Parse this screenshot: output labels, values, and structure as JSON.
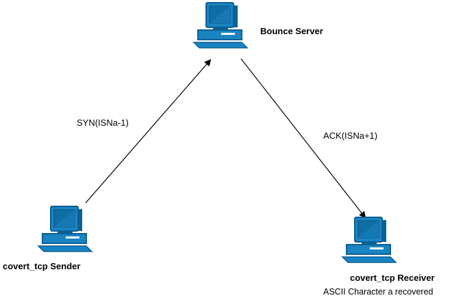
{
  "nodes": {
    "server": {
      "label": "Bounce Server",
      "icon": "computer-icon"
    },
    "sender": {
      "label": "covert_tcp Sender",
      "icon": "computer-icon"
    },
    "receiver": {
      "label": "covert_tcp Receiver",
      "sublabel": "ASCII Character a recovered",
      "icon": "computer-icon"
    }
  },
  "edges": {
    "syn": {
      "label": "SYN(ISNa-1)"
    },
    "ack": {
      "label": "ACK(ISNa+1)"
    }
  },
  "colors": {
    "computer_body": "#1a84c2",
    "computer_dark": "#0d5f94",
    "screen": "#0f6ea6",
    "screen_shine": "#4fb0e3",
    "line": "#000000"
  }
}
